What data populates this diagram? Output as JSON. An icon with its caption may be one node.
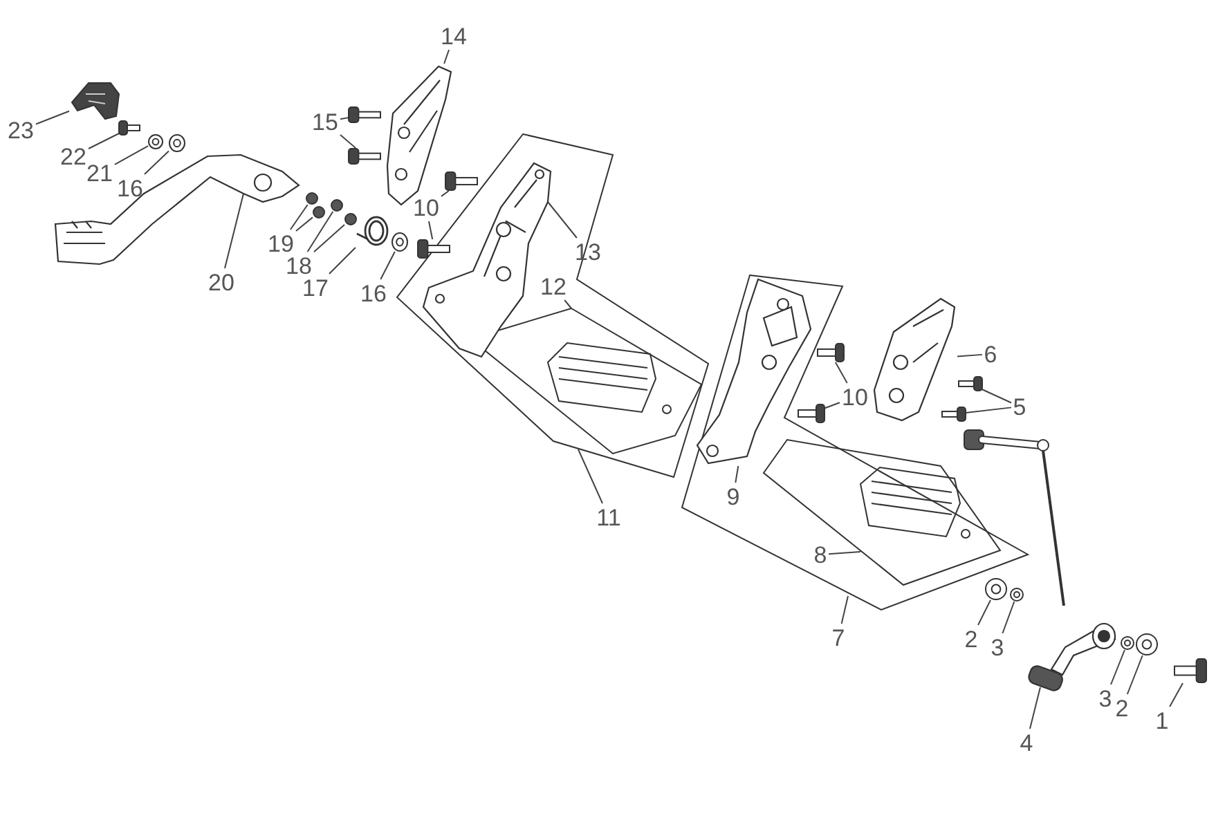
{
  "diagram": {
    "nodes": [
      {
        "text": [
          "1"
        ]
      },
      {
        "text": [],
        "shape": "picture"
      },
      {
        "text": [
          "2"
        ]
      },
      {
        "text": [],
        "shape": "picture"
      },
      {
        "text": [
          "3"
        ]
      },
      {
        "text": [],
        "shape": "picture"
      },
      {
        "text": [
          "4"
        ]
      },
      {
        "text": [],
        "shape": "picture"
      },
      {
        "text": [
          "3"
        ]
      },
      {
        "text": [],
        "shape": "picture"
      },
      {
        "text": [
          "2"
        ]
      },
      {
        "text": [],
        "shape": "picture"
      },
      {
        "text": [
          "5"
        ]
      },
      {
        "text": [],
        "shape": "picture"
      },
      {
        "text": [],
        "shape": "picture"
      },
      {
        "text": [
          "6"
        ]
      },
      {
        "text": [],
        "shape": "picture"
      },
      {
        "text": [
          "7"
        ]
      },
      {
        "text": [],
        "shape": "polygon"
      },
      {
        "text": [
          "8"
        ],
        "in": 18
      },
      {
        "text": [],
        "shape": "polygon",
        "in": 18
      },
      {
        "text": [
          "9"
        ],
        "in": 18
      },
      {
        "text": [],
        "shape": "picture",
        "in": 18
      },
      {
        "text": [
          "10"
        ]
      },
      {
        "text": [],
        "shape": "picture"
      },
      {
        "text": [],
        "shape": "picture"
      },
      {
        "text": [
          "11"
        ]
      },
      {
        "text": [],
        "shape": "polygon"
      },
      {
        "text": [
          "12"
        ],
        "in": 27
      },
      {
        "text": [],
        "shape": "polygon",
        "in": 27
      },
      {
        "text": [
          "13"
        ],
        "in": 27
      },
      {
        "text": [],
        "shape": "picture",
        "in": 27
      },
      {
        "text": [
          "14"
        ]
      },
      {
        "text": [],
        "shape": "picture"
      },
      {
        "text": [
          "15"
        ]
      },
      {
        "text": [],
        "shape": "picture"
      },
      {
        "text": [],
        "shape": "picture"
      },
      {
        "text": [
          "10"
        ]
      },
      {
        "text": [],
        "shape": "picture"
      },
      {
        "text": [],
        "shape": "picture",
        "in": 27
      },
      {
        "text": [
          "16"
        ]
      },
      {
        "text": [],
        "shape": "picture"
      },
      {
        "text": [
          "17"
        ]
      },
      {
        "text": [],
        "shape": "picture"
      },
      {
        "text": [
          "18"
        ]
      },
      {
        "text": [],
        "shape": "circle"
      },
      {
        "text": [],
        "shape": "circle"
      },
      {
        "text": [
          "19"
        ]
      },
      {
        "text": [],
        "shape": "circle"
      },
      {
        "text": [],
        "shape": "circle"
      },
      {
        "text": [
          "20"
        ]
      },
      {
        "text": [],
        "shape": "picture"
      },
      {
        "text": [
          "16"
        ]
      },
      {
        "text": [],
        "shape": "picture"
      },
      {
        "text": [
          "21"
        ]
      },
      {
        "text": [],
        "shape": "picture"
      },
      {
        "text": [
          "22"
        ]
      },
      {
        "text": [],
        "shape": "picture"
      },
      {
        "text": [
          "23"
        ]
      },
      {
        "text": [],
        "shape": "picture"
      }
    ],
    "edges": [
      {
        "from": 0,
        "to": 1,
        "arrow": "none"
      },
      {
        "from": 2,
        "to": 3,
        "arrow": "none"
      },
      {
        "from": 4,
        "to": 5,
        "arrow": "none"
      },
      {
        "from": 6,
        "to": 7,
        "arrow": "none"
      },
      {
        "from": 8,
        "to": 9,
        "arrow": "none"
      },
      {
        "from": 10,
        "to": 11,
        "arrow": "none"
      },
      {
        "from": 12,
        "to": 13,
        "arrow": "none"
      },
      {
        "from": 12,
        "to": 14,
        "arrow": "none"
      },
      {
        "from": 15,
        "to": 16,
        "arrow": "none"
      },
      {
        "from": 17,
        "to": 18,
        "arrow": "none"
      },
      {
        "from": 19,
        "to": 20,
        "arrow": "none"
      },
      {
        "from": 21,
        "to": 22,
        "arrow": "none"
      },
      {
        "from": 23,
        "to": 24,
        "arrow": "none"
      },
      {
        "from": 23,
        "to": 25,
        "arrow": "none"
      },
      {
        "from": 26,
        "to": 27,
        "arrow": "none"
      },
      {
        "from": 28,
        "to": 29,
        "arrow": "none"
      },
      {
        "from": 30,
        "to": 31,
        "arrow": "none"
      },
      {
        "from": 32,
        "to": 33,
        "arrow": "none"
      },
      {
        "from": 34,
        "to": 35,
        "arrow": "none"
      },
      {
        "from": 34,
        "to": 36,
        "arrow": "none"
      },
      {
        "from": 37,
        "to": 38,
        "arrow": "none"
      },
      {
        "from": 37,
        "to": 39,
        "arrow": "none"
      },
      {
        "from": 40,
        "to": 41,
        "arrow": "none"
      },
      {
        "from": 42,
        "to": 43,
        "arrow": "none"
      },
      {
        "from": 44,
        "to": 45,
        "arrow": "none"
      },
      {
        "from": 44,
        "to": 46,
        "arrow": "none"
      },
      {
        "from": 47,
        "to": 48,
        "arrow": "none"
      },
      {
        "from": 47,
        "to": 49,
        "arrow": "none"
      },
      {
        "from": 50,
        "to": 51,
        "arrow": "none"
      },
      {
        "from": 52,
        "to": 53,
        "arrow": "none"
      },
      {
        "from": 54,
        "to": 55,
        "arrow": "none"
      },
      {
        "from": 56,
        "to": 57,
        "arrow": "none"
      },
      {
        "from": 58,
        "to": 59,
        "arrow": "none"
      }
    ]
  }
}
